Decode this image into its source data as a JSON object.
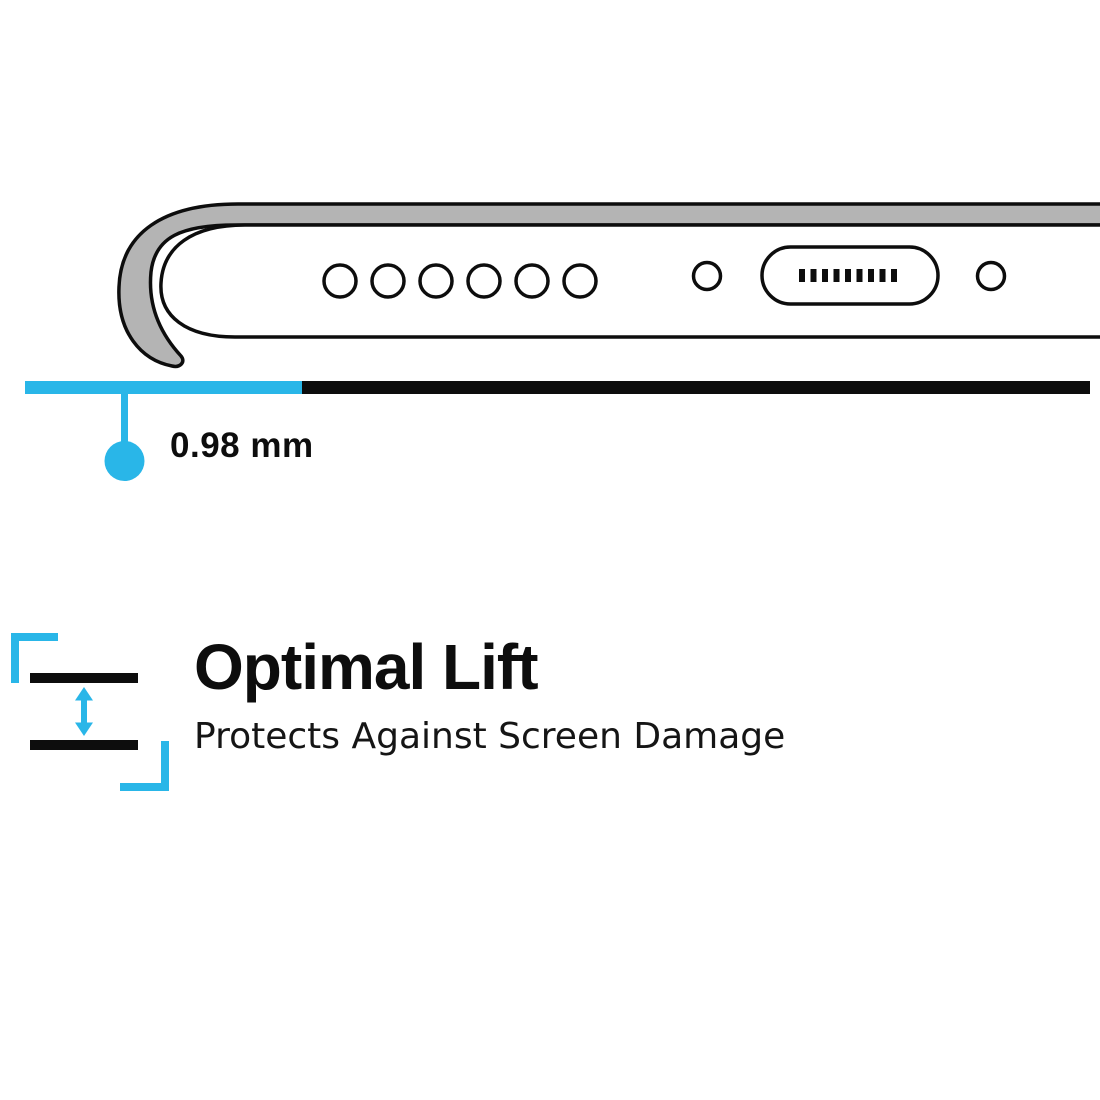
{
  "colors": {
    "accent": "#29b6e8",
    "case": "#b4b4b4",
    "ink": "#0d0d0d",
    "background": "#ffffff"
  },
  "diagram": {
    "measurement_label": "0.98 mm",
    "description": "Side view of phone bottom edge in case showing raised lip above surface line"
  },
  "feature": {
    "title": "Optimal Lift",
    "subtitle": "Protects Against Screen Damage"
  },
  "icons": {
    "lift_gap": "lift-gap-icon",
    "measurement_dot": "measurement-dot",
    "double_arrow": "double-arrow-icon"
  }
}
